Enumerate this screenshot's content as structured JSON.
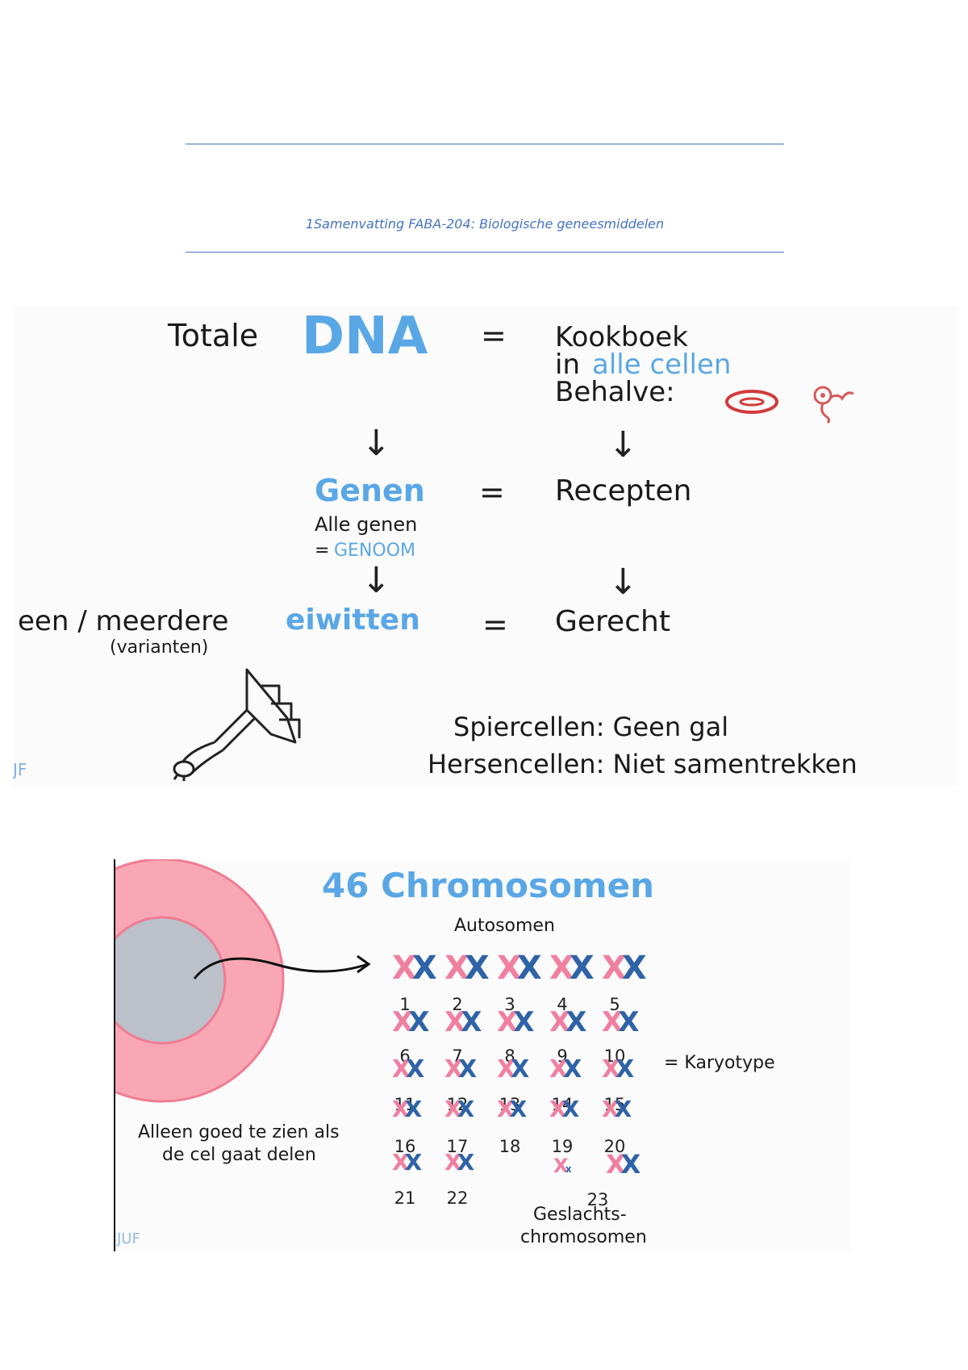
{
  "header": {
    "title": "1Samenvatting FABA-204: Biologische geneesmiddelen"
  },
  "slide1": {
    "row1": {
      "left": "Totale",
      "term": "DNA",
      "eq": "=",
      "right_line1": "Kookboek",
      "right_in": "in",
      "right_alle": "alle cellen",
      "right_line3": "Behalve:"
    },
    "row2": {
      "term": "Genen",
      "note1": "Alle genen",
      "note2_prefix": "=",
      "note2_term": "GENOOM",
      "eq": "=",
      "right": "Recepten"
    },
    "row3": {
      "left": "een / meerdere",
      "left_sub": "(varianten)",
      "term": "eiwitten",
      "eq": "=",
      "right": "Gerecht"
    },
    "footer1": "Spiercellen: Geen gal",
    "footer2": "Hersencellen: Niet samentrekken",
    "watermark": "JF"
  },
  "slide2": {
    "title": "46 Chromosomen",
    "autosomes_label": "Autosomen",
    "karyotype_label": "= Karyotype",
    "cell_note": [
      "Alleen goed te zien als",
      "de cel gaat delen"
    ],
    "sex_label": [
      "Geslachts-",
      "chromosomen"
    ],
    "watermark": "JUF",
    "pair_numbers": [
      "1",
      "2",
      "3",
      "4",
      "5",
      "6",
      "7",
      "8",
      "9",
      "10",
      "11",
      "12",
      "13",
      "14",
      "15",
      "16",
      "17",
      "18",
      "19",
      "20",
      "21",
      "22",
      "23"
    ],
    "colors": {
      "cell_outer": "#f9a7b4",
      "cell_inner": "#bcc0c9",
      "pink": "#f07fa0",
      "blue": "#2f63a8",
      "title_blue": "#5aa7e6"
    }
  }
}
